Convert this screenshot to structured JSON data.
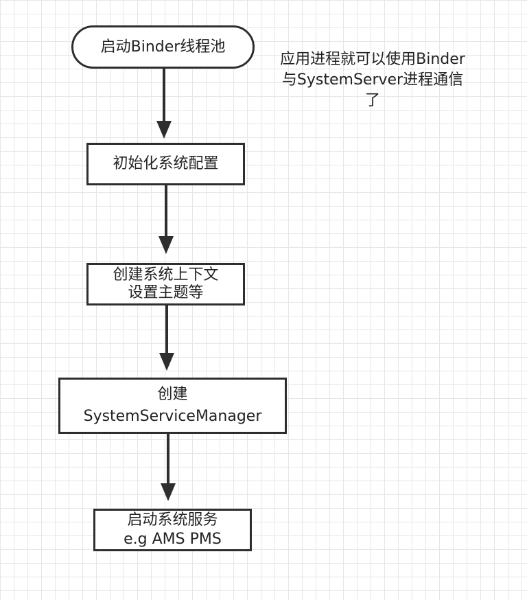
{
  "nodes": {
    "start": "启动Binder线程池",
    "init_config": "初始化系统配置",
    "create_context": [
      "创建系统上下文",
      "设置主题等"
    ],
    "create_manager": [
      "创建",
      "SystemServiceManager"
    ],
    "start_services": [
      "启动系统服务",
      "e.g AMS PMS"
    ]
  },
  "note": [
    "应用进程就可以使用Binder",
    "与SystemServer进程通信",
    "了"
  ],
  "colors": {
    "stroke": "#2e2e2e",
    "grid": "#e6e6e6",
    "background": "#ffffff"
  }
}
